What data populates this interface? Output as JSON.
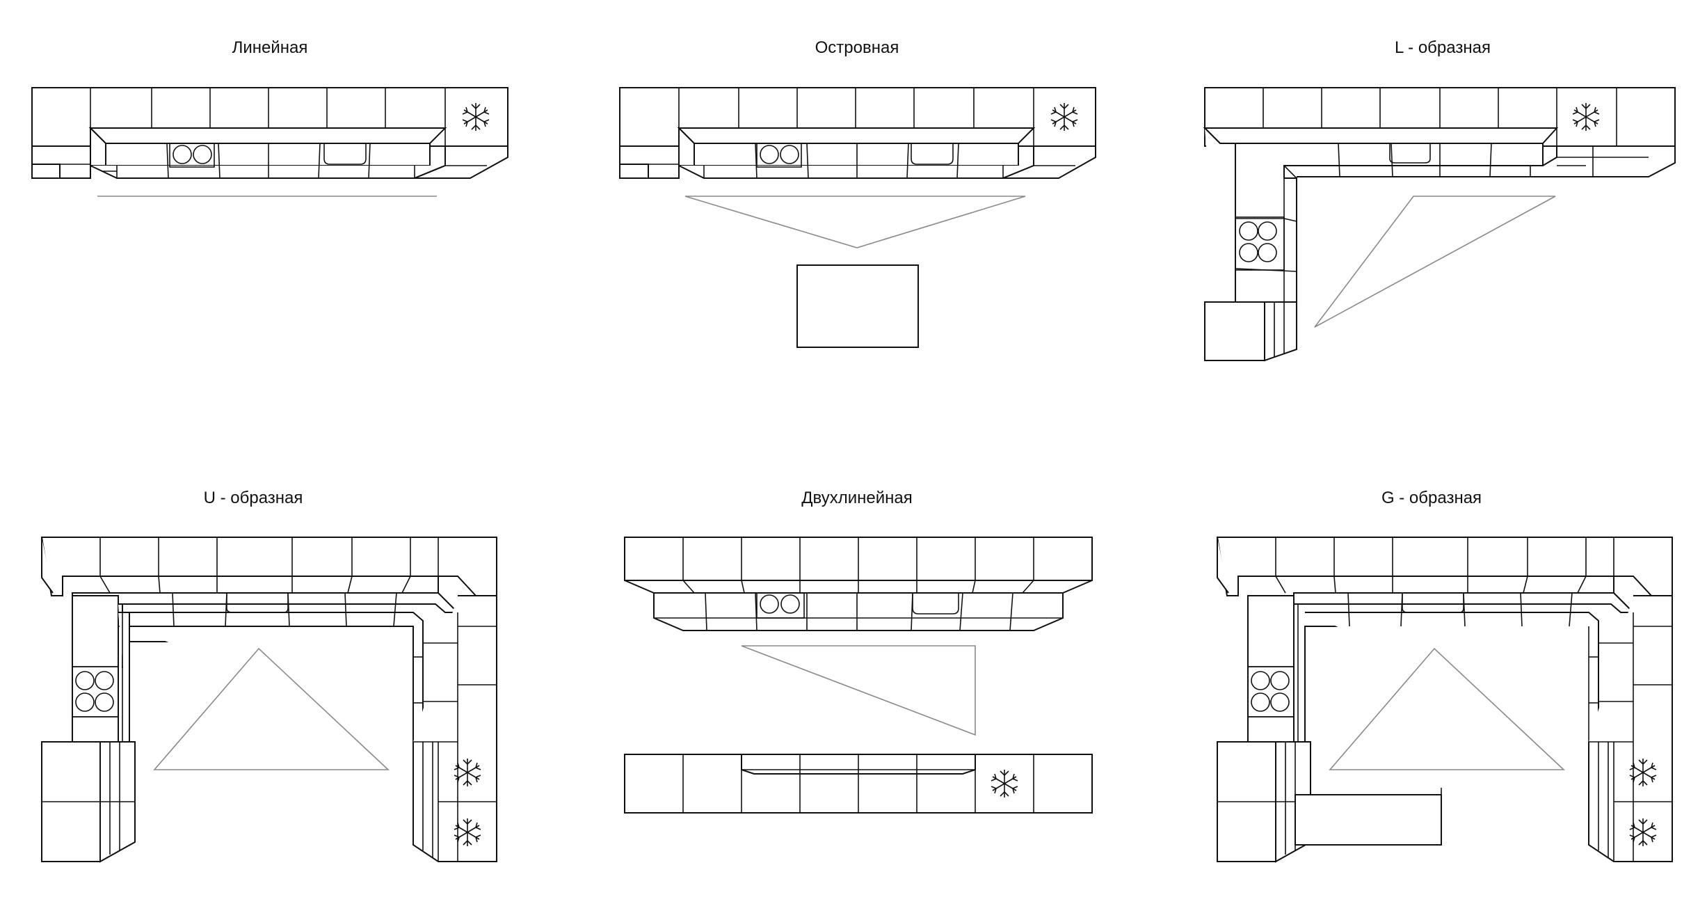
{
  "layouts": [
    {
      "key": "linear",
      "title": "Линейная"
    },
    {
      "key": "island",
      "title": "Островная"
    },
    {
      "key": "l_shaped",
      "title": "L - образная"
    },
    {
      "key": "u_shaped",
      "title": "U - образная"
    },
    {
      "key": "galley",
      "title": "Двухлинейная"
    },
    {
      "key": "g_shaped",
      "title": "G - образная"
    }
  ],
  "icons": {
    "fridge": "snowflake-icon",
    "hob_two": "hob-two-burner-icon",
    "hob_four": "hob-four-burner-icon",
    "sink": "sink-icon"
  },
  "colors": {
    "stroke": "#111111",
    "work_triangle": "#8a8a8a",
    "background": "#ffffff"
  }
}
